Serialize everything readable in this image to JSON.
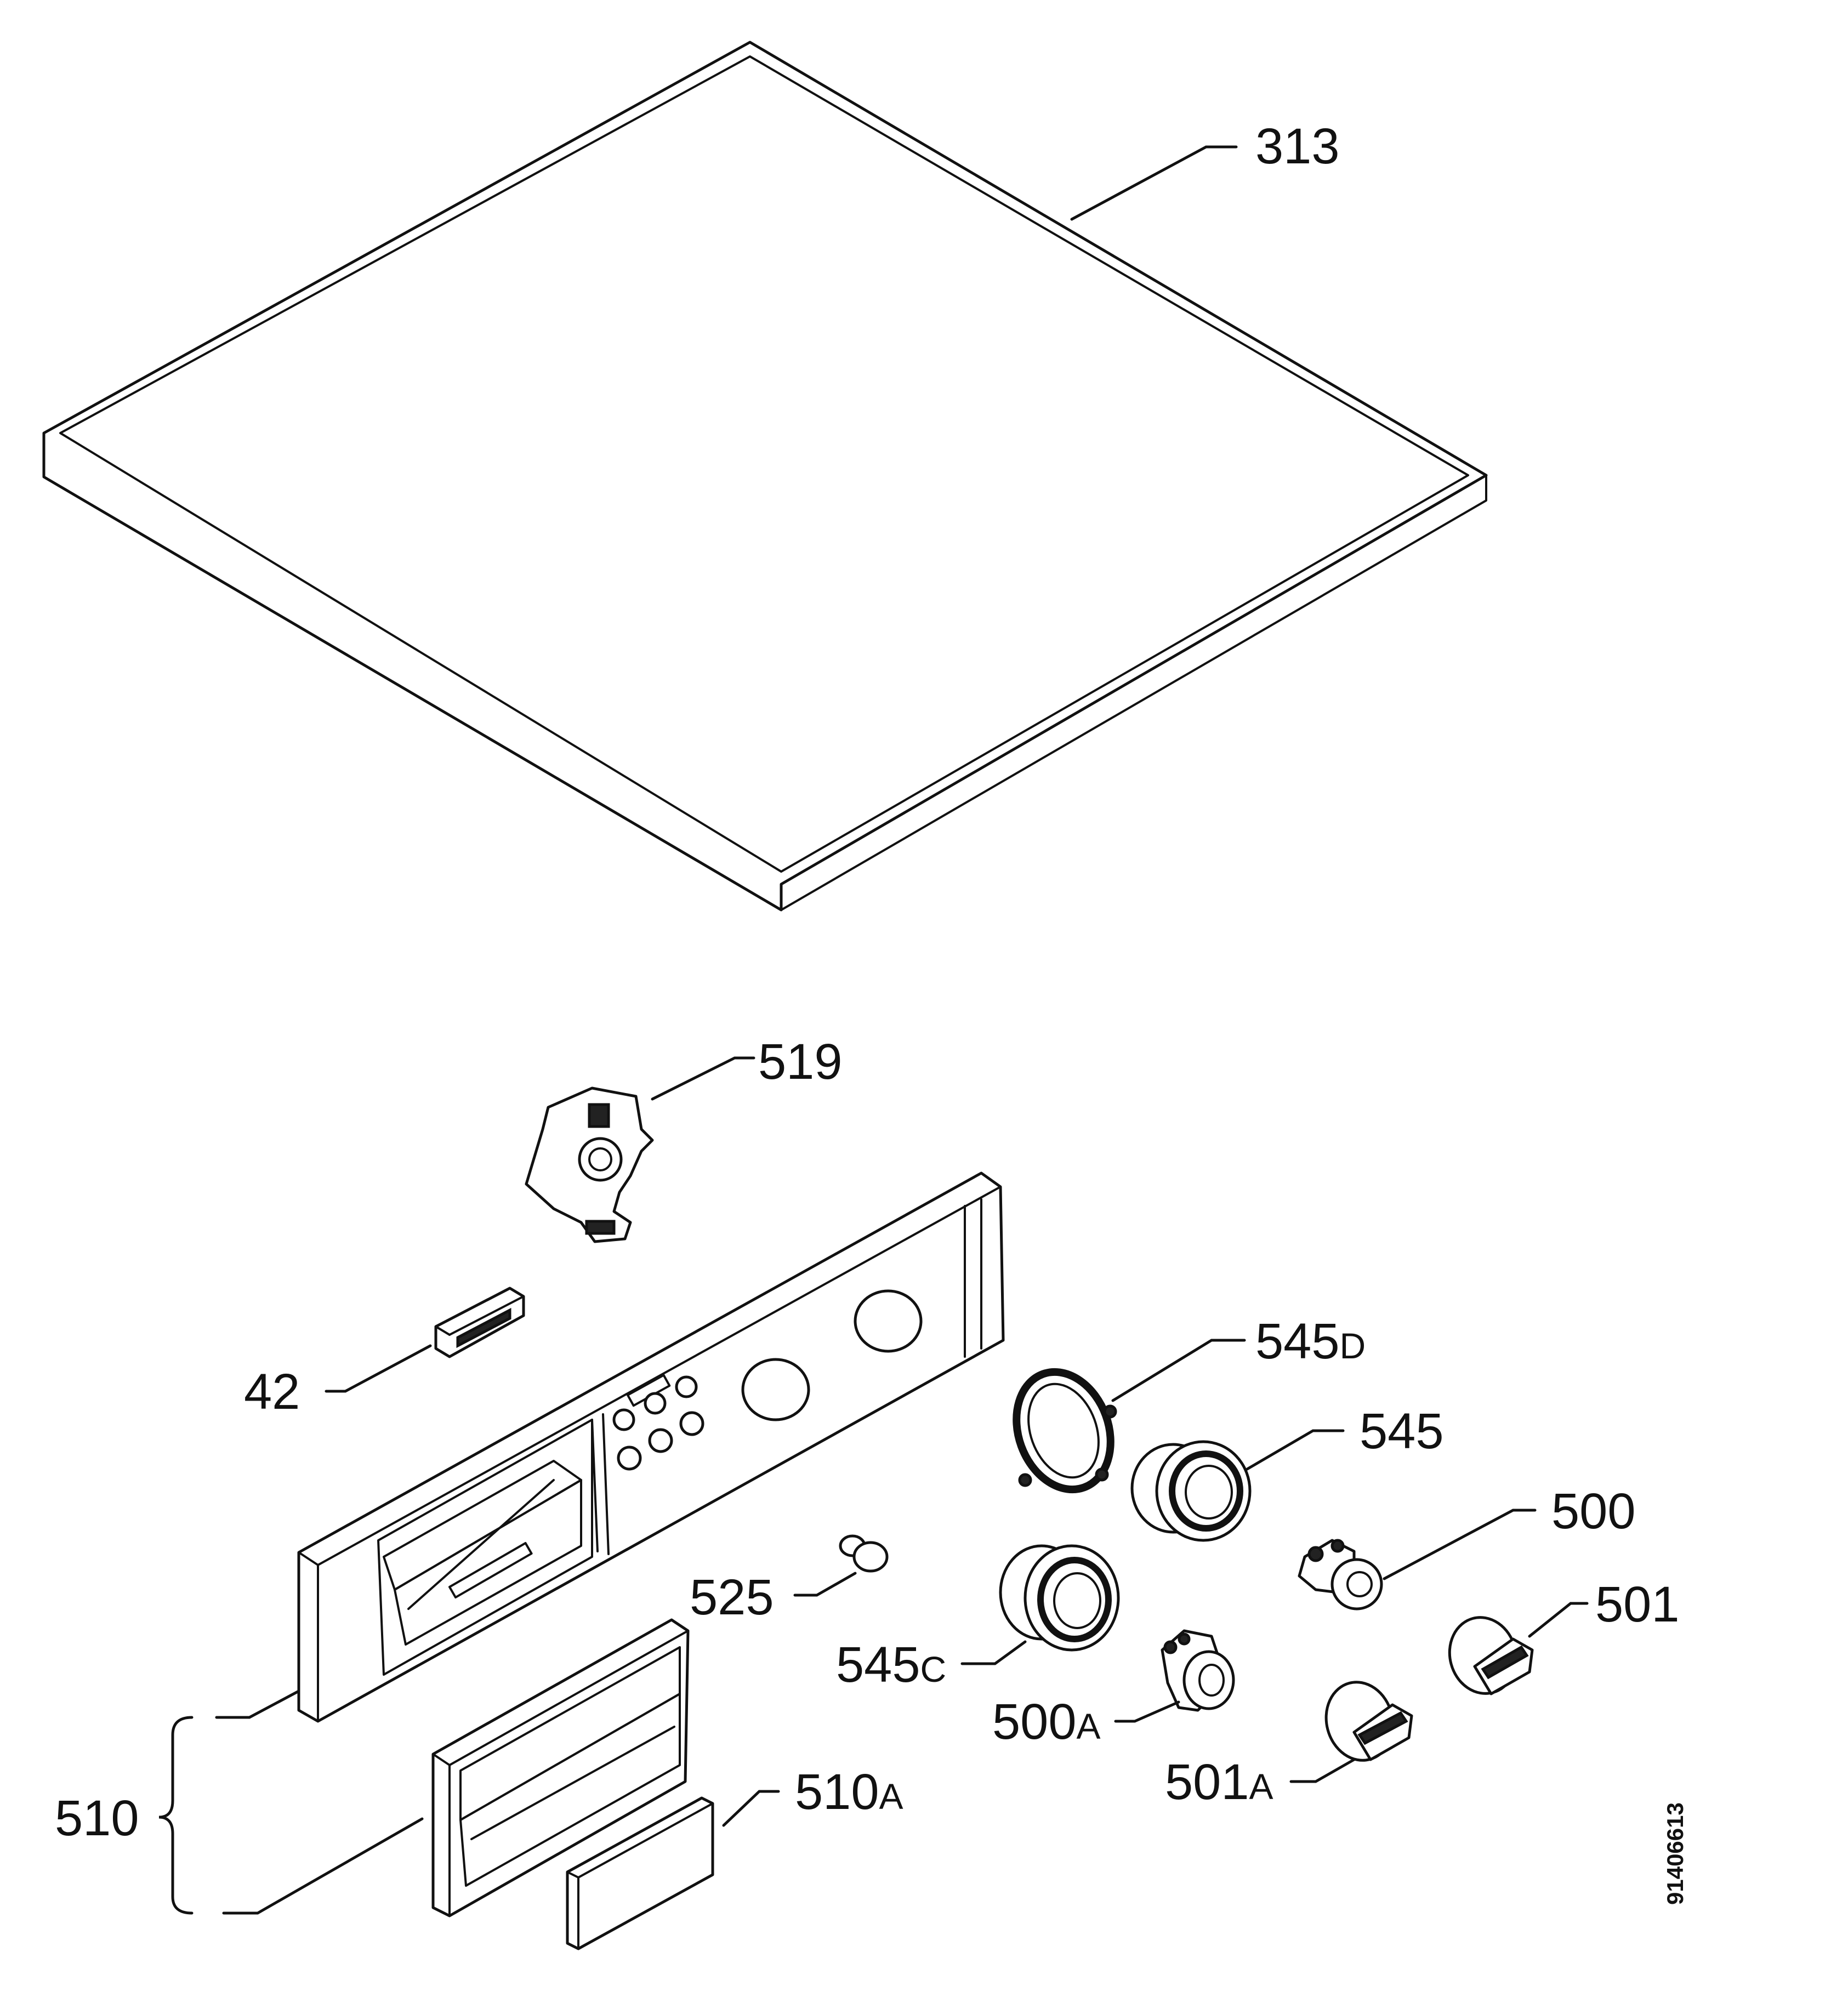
{
  "labels": {
    "p313": "313",
    "p519": "519",
    "p42": "42",
    "p545d_num": "545",
    "p545d_suffix": "D",
    "p545": "545",
    "p500": "500",
    "p501": "501",
    "p525": "525",
    "p545c_num": "545",
    "p545c_suffix": "C",
    "p500a_num": "500",
    "p500a_suffix": "A",
    "p501a_num": "501",
    "p501a_suffix": "A",
    "p510": "510",
    "p510a_num": "510",
    "p510a_suffix": "A"
  },
  "document_number": "91406613",
  "colors": {
    "line": "#111111",
    "background": "#ffffff"
  }
}
